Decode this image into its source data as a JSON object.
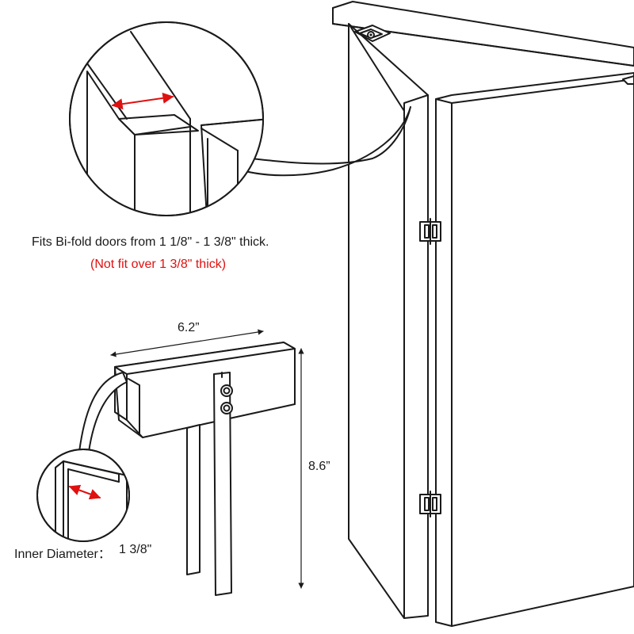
{
  "fit_note": "Fits Bi-fold doors from 1 1/8\" - 1 3/8\" thick.",
  "warning_note": "(Not fit over 1 3/8\" thick)",
  "dimensions": {
    "width": "6.2”",
    "height": "8.6”",
    "inner_label": "Inner Diameter：",
    "inner_value": "1 3/8\""
  },
  "colors": {
    "line": "#1a1a1a",
    "accent": "#e01010",
    "background": "#ffffff"
  },
  "icons": [
    "magnifier-callout",
    "dimension-arrow",
    "hinge",
    "bolt"
  ]
}
